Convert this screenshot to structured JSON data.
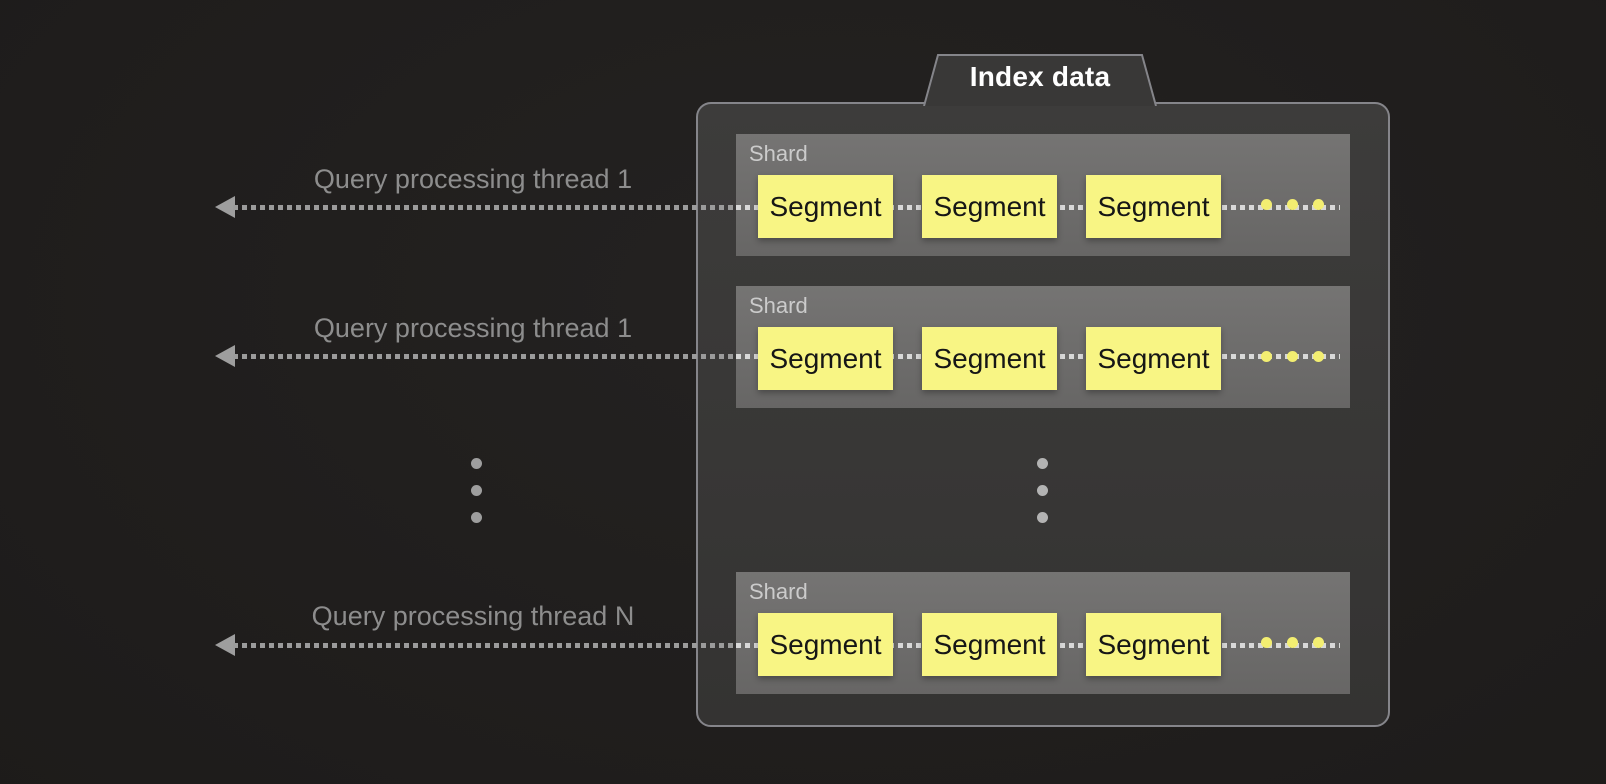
{
  "index_group": {
    "title": "Index data",
    "shards": [
      {
        "label": "Shard",
        "segments": [
          "Segment",
          "Segment",
          "Segment"
        ],
        "more_indicator": "ellipsis"
      },
      {
        "label": "Shard",
        "segments": [
          "Segment",
          "Segment",
          "Segment"
        ],
        "more_indicator": "ellipsis"
      },
      {
        "label": "Shard",
        "segments": [
          "Segment",
          "Segment",
          "Segment"
        ],
        "more_indicator": "ellipsis"
      }
    ]
  },
  "threads": [
    {
      "label": "Query processing thread 1"
    },
    {
      "label": "Query processing thread 1"
    },
    {
      "label": "Query processing thread N"
    }
  ],
  "colors": {
    "background": "#1d1b1a",
    "container_fill": "#393837",
    "container_border": "#85858a",
    "shard_fill": "#6f6e6d",
    "shard_label": "#cbcbcb",
    "segment_fill": "#f8f584",
    "segment_text": "#161616",
    "ellipsis_yellow": "#f3ee71",
    "dash_grey": "#9b9b9b",
    "dash_light": "#d8d8d8",
    "arrow": "#9e9e9e",
    "thread_label": "#8d8d8d",
    "title_text": "#ffffff"
  }
}
